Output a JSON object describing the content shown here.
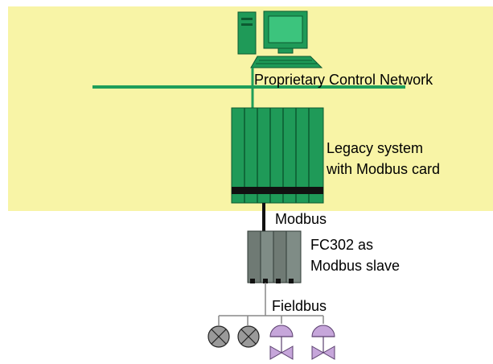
{
  "labels": {
    "network": "Proprietary Control Network",
    "legacy_line1": "Legacy system",
    "legacy_line2": "with Modbus card",
    "modbus": "Modbus",
    "fc302_line1": "FC302 as",
    "fc302_line2": "Modbus slave",
    "fieldbus": "Fieldbus"
  },
  "colors": {
    "zone_fill": "#f8f4a6",
    "network_line": "#1e9e5a",
    "legacy_green": "#1f9a58",
    "legacy_dark": "#0e6e3c",
    "rack_gray": "#7f8c86",
    "valve_purple": "#c6a6da",
    "sensor_gray": "#9a9a9a"
  },
  "icons": {
    "workstation": "computer-icon",
    "sensors": "sensor-icon",
    "valves": "valve-icon"
  }
}
